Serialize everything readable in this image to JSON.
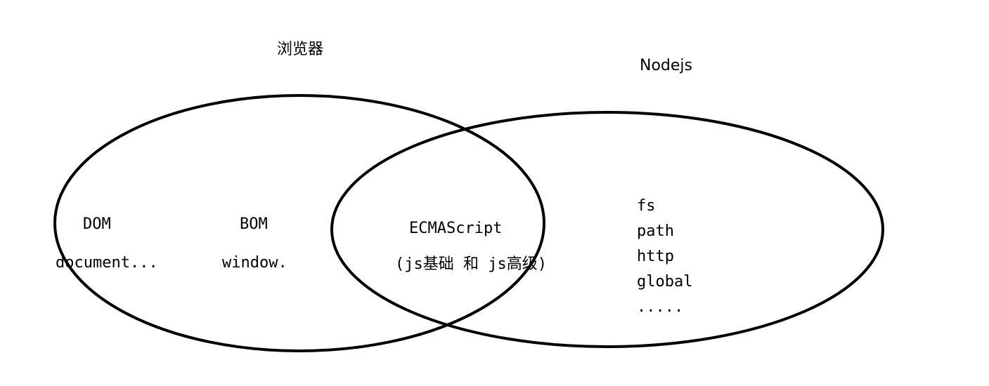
{
  "browser": {
    "title": "浏览器",
    "dom_label": "DOM",
    "dom_example": "document...",
    "bom_label": "BOM",
    "bom_example": "window."
  },
  "shared": {
    "label": "ECMAScript",
    "note": "(js基础 和 js高级)"
  },
  "nodejs": {
    "title": "Nodejs",
    "modules": [
      {
        "label": "fs"
      },
      {
        "label": "path"
      },
      {
        "label": "http"
      },
      {
        "label": "global"
      },
      {
        "label": "....."
      }
    ]
  },
  "style": {
    "stroke_color": "#000000",
    "background": "#ffffff"
  }
}
